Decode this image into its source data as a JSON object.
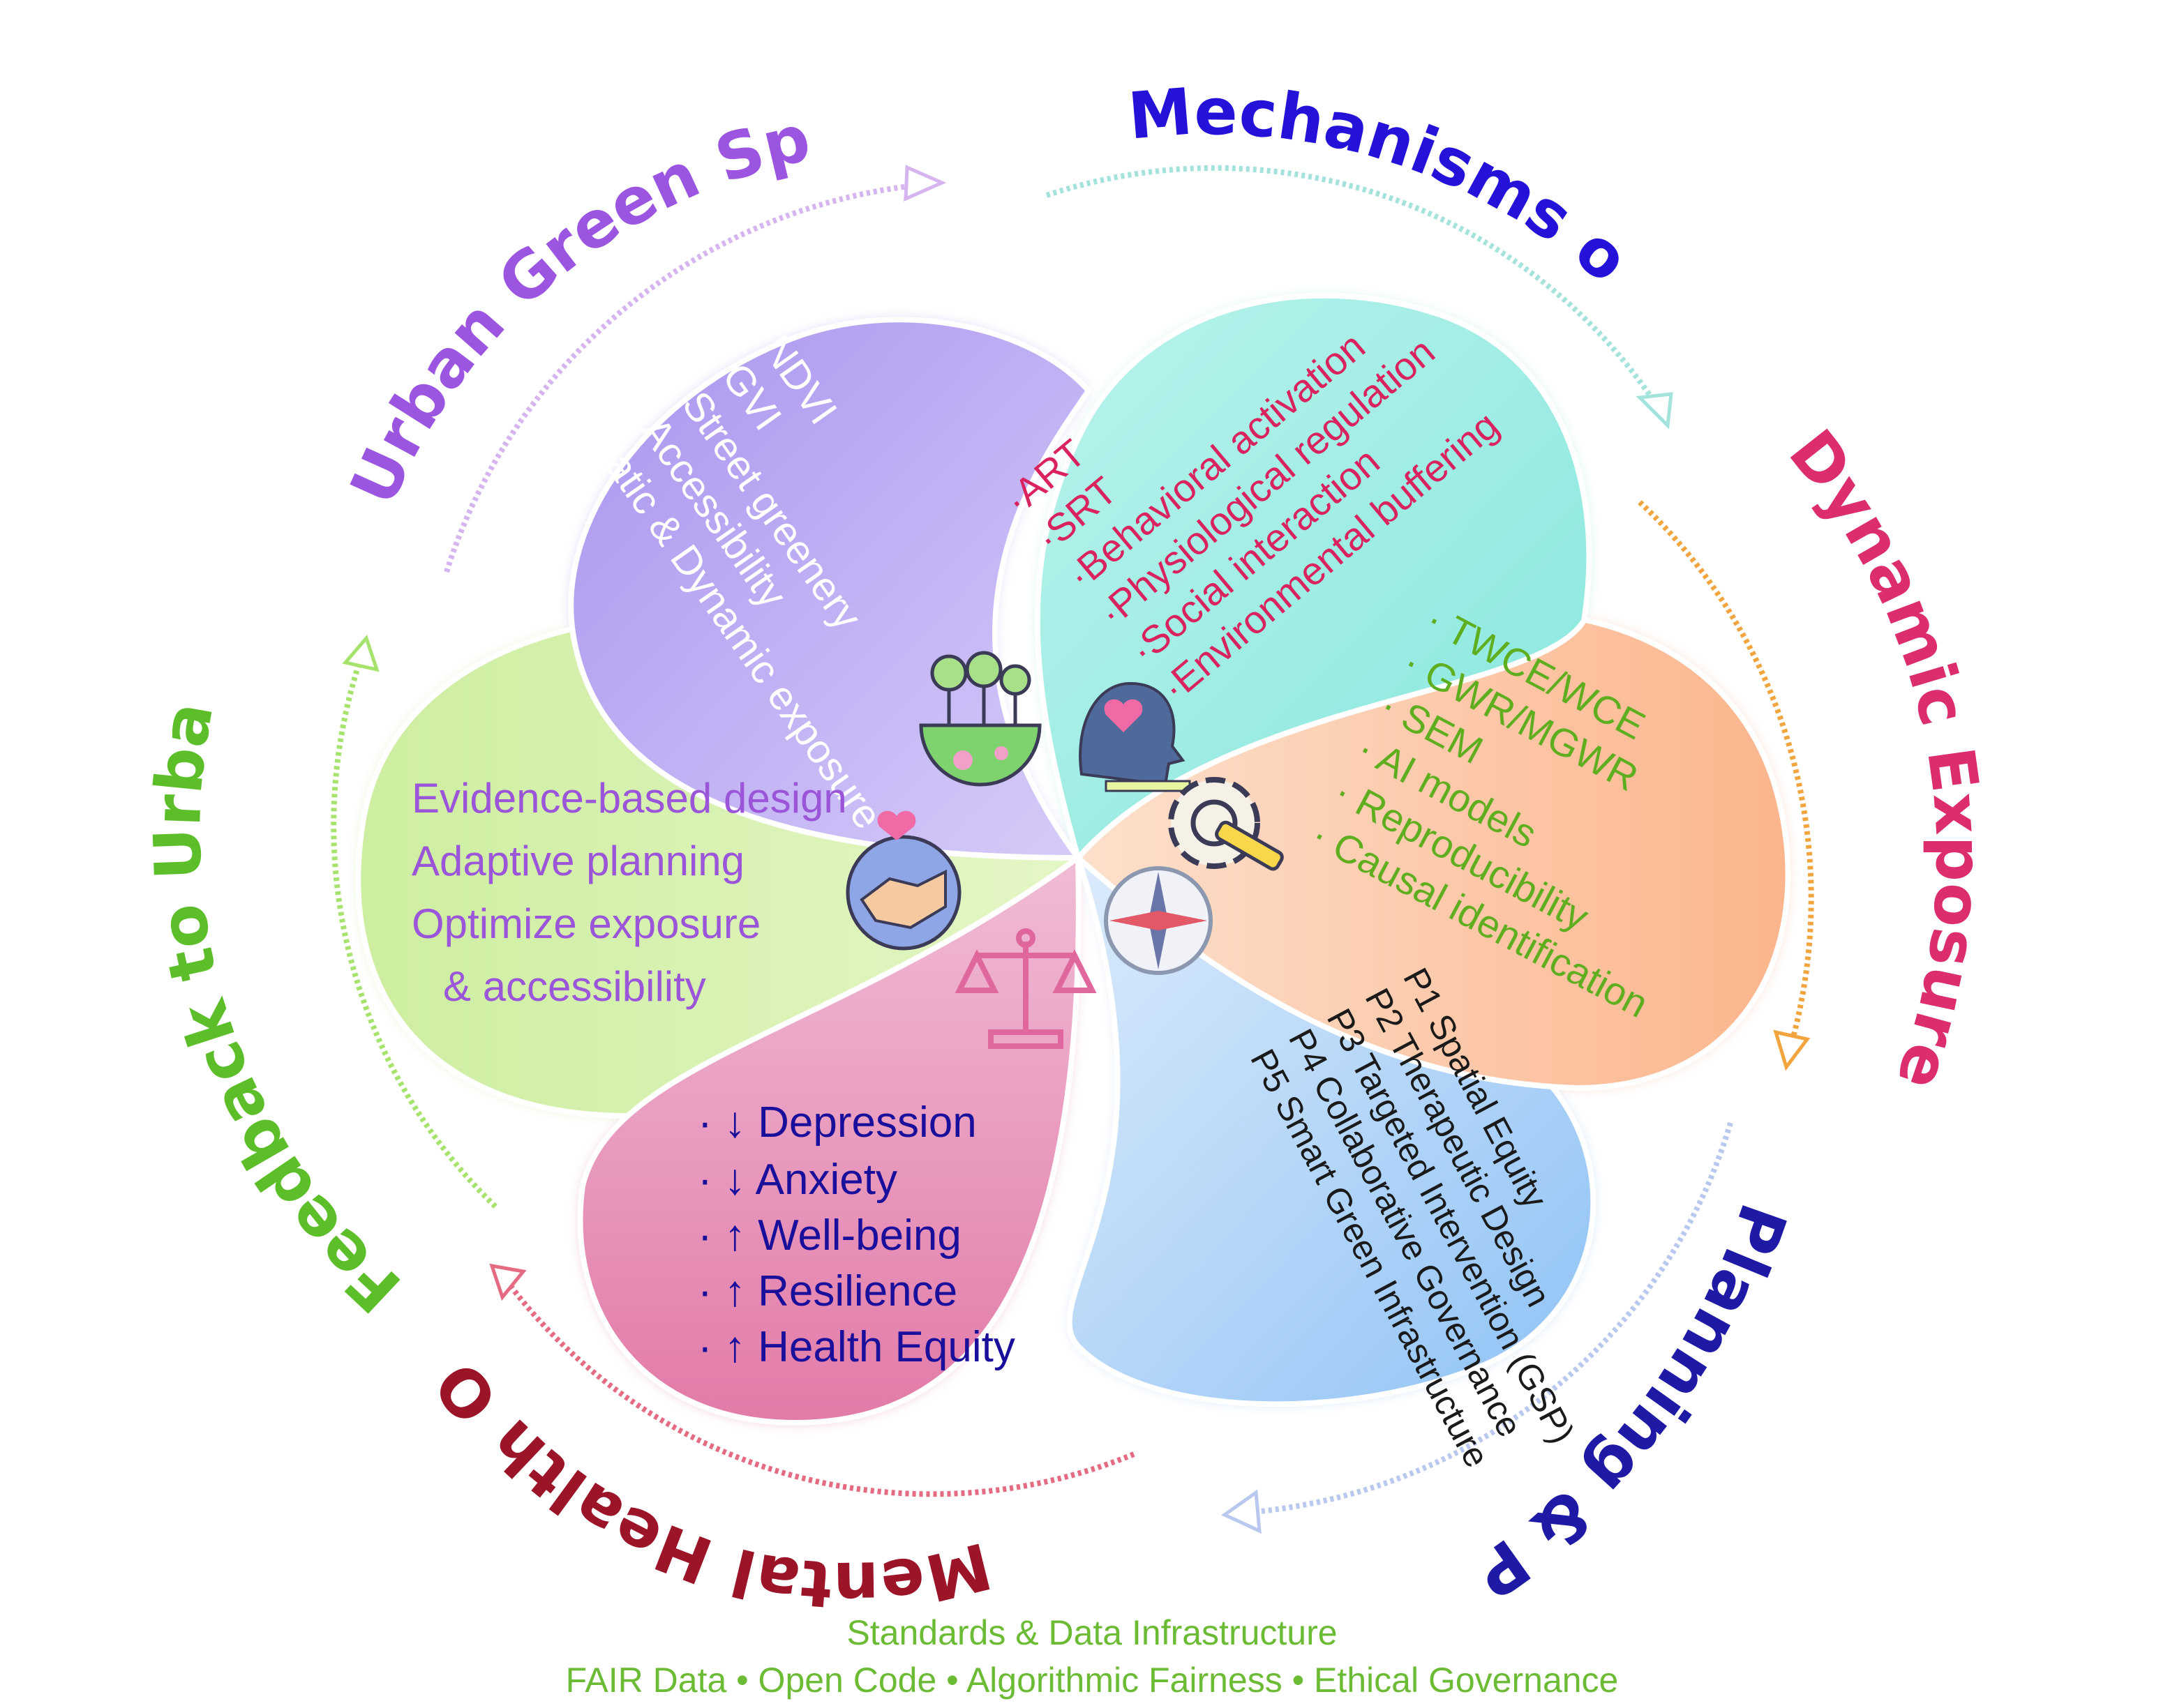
{
  "titles": {
    "ugs": "Urban Green Space (UGS)",
    "mechanisms": "Mechanisms of Action",
    "exposure": "Dynamic Exposure & Modeling",
    "planning": "Planning & Policy Tools",
    "outcomes": "Mental Health Outcomes",
    "feedback": "Feedback to Urban Design"
  },
  "petals": {
    "ugs": [
      "· NDVI",
      "· GVI",
      "· Street greenery",
      "· Accessibility",
      "Static & Dynamic exposure"
    ],
    "mechanisms": [
      "·ART",
      "·SRT",
      "·Behavioral activation",
      "·Physiological regulation",
      "·Social interaction",
      "·Environmental buffering"
    ],
    "exposure": [
      "· TWCE/WCE",
      "· GWR/MGWR",
      "· SEM",
      "· AI models",
      "· Reproducibility",
      "· Causal identification"
    ],
    "planning": [
      "P1 Spatial Equity",
      "P2 Therapeutic Design",
      "P3 Targeted Intervention (GSP)",
      "P4 Collaborative Governance",
      "P5 Smart Green Infrastructure"
    ],
    "outcomes": [
      "· ↓ Depression",
      "· ↓ Anxiety",
      "· ↑ Well-being",
      "· ↑ Resilience",
      "· ↑ Health Equity"
    ],
    "feedback": [
      "Evidence-based design",
      "Adaptive planning",
      "Optimize exposure",
      "& accessibility"
    ]
  },
  "footer": {
    "line1": "Standards & Data Infrastructure",
    "line2": "FAIR Data • Open Code • Algorithmic Fairness • Ethical Governance"
  },
  "colors": {
    "ugs": "#9b55e0",
    "mechanisms": "#2412d9",
    "exposure": "#dc2d6e",
    "planning": "#1e1aa6",
    "outcomes": "#9b1428",
    "feedback": "#5cbf2a"
  }
}
